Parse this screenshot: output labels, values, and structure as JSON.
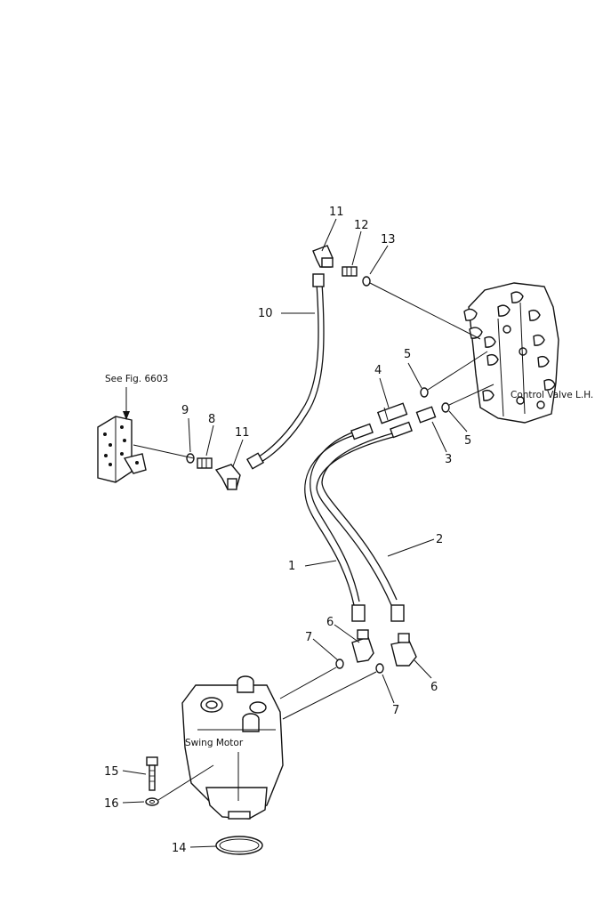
{
  "captions": {
    "see_fig": "See Fig. 6603",
    "control_valve": "Control Valve L.H.",
    "swing_motor": "Swing Motor"
  },
  "callouts": {
    "c1": "1",
    "c2": "2",
    "c3": "3",
    "c4": "4",
    "c5a": "5",
    "c5b": "5",
    "c6a": "6",
    "c6b": "6",
    "c7a": "7",
    "c7b": "7",
    "c8": "8",
    "c9": "9",
    "c10": "10",
    "c11a": "11",
    "c11b": "11",
    "c12": "12",
    "c13": "13",
    "c14": "14",
    "c15": "15",
    "c16": "16"
  }
}
